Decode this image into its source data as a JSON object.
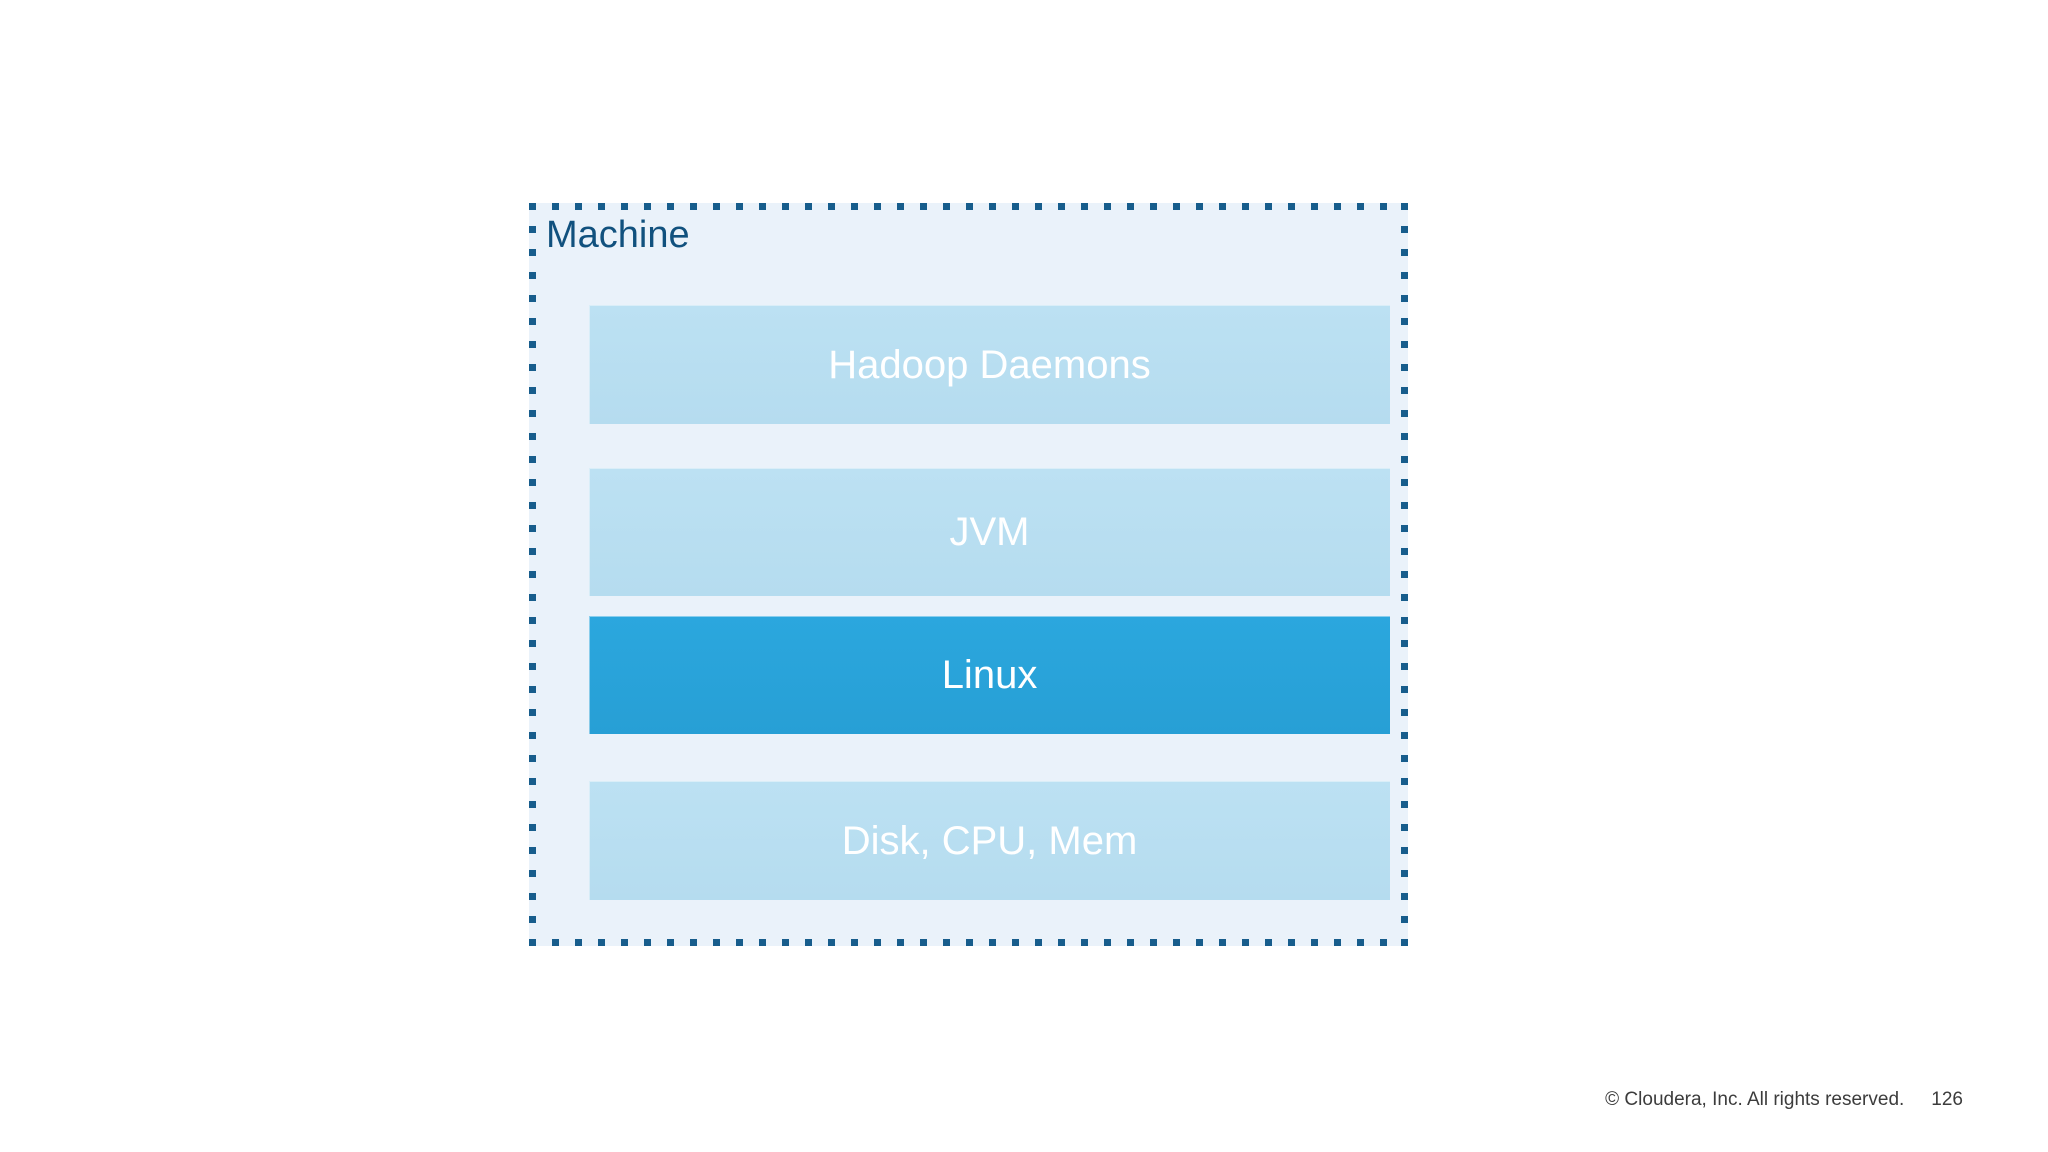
{
  "machine_box": {
    "label": "Machine",
    "layers": [
      {
        "id": "hadoop-daemons",
        "label": "Hadoop Daemons",
        "highlighted": false
      },
      {
        "id": "jvm",
        "label": "JVM",
        "highlighted": false
      },
      {
        "id": "linux",
        "label": "Linux",
        "highlighted": true
      },
      {
        "id": "disk-cpu-mem",
        "label": "Disk, CPU, Mem",
        "highlighted": false
      }
    ]
  },
  "footer": {
    "copyright": "© Cloudera, Inc. All rights reserved.",
    "page_number": "126"
  },
  "theme": {
    "page_bg": "#ffffff",
    "box_bg": "#eaf2fa",
    "dot_color": "#175d8c",
    "title_color": "#11517e",
    "layer_light": "#bce1f3",
    "layer_light_2": "#b5dcef",
    "layer_accent": "#2ba7de",
    "layer_accent_2": "#279fd5",
    "layer_text": "#ffffff",
    "footer_text": "#3c3c3c"
  }
}
